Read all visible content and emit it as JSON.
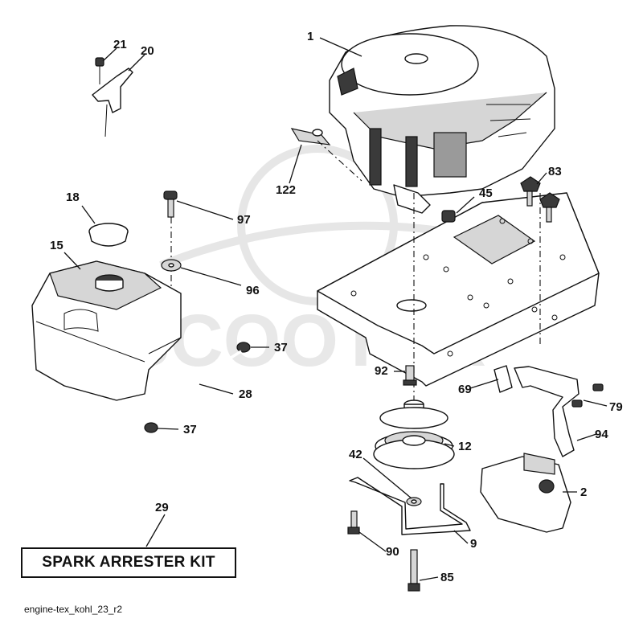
{
  "diagram": {
    "kit_label": "SPARK ARRESTER KIT",
    "footer_code": "engine-tex_kohl_23_r2",
    "watermark_text": "SCOOTER",
    "callouts": {
      "c1": "1",
      "c2": "2",
      "c9": "9",
      "c12": "12",
      "c15": "15",
      "c18": "18",
      "c20": "20",
      "c21": "21",
      "c28": "28",
      "c29": "29",
      "c37a": "37",
      "c37b": "37",
      "c42": "42",
      "c45": "45",
      "c69": "69",
      "c79": "79",
      "c83": "83",
      "c85": "85",
      "c90": "90",
      "c92": "92",
      "c94": "94",
      "c96": "96",
      "c97": "97",
      "c122": "122"
    }
  }
}
